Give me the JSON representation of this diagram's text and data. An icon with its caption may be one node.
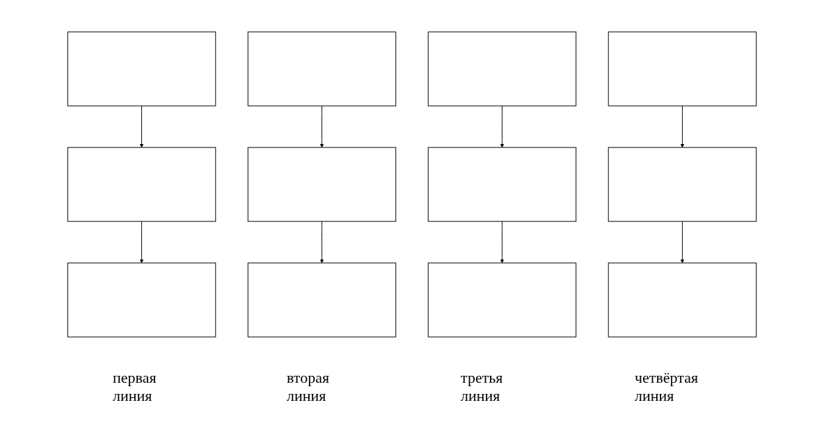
{
  "diagram": {
    "nodes": [
      {
        "text": [],
        "shape": "box"
      },
      {
        "text": [],
        "shape": "box"
      },
      {
        "text": [],
        "shape": "box"
      },
      {
        "text": [],
        "shape": "box"
      },
      {
        "text": [],
        "shape": "box"
      },
      {
        "text": [],
        "shape": "box"
      },
      {
        "text": [],
        "shape": "box"
      },
      {
        "text": [],
        "shape": "box"
      },
      {
        "text": [],
        "shape": "box"
      },
      {
        "text": [],
        "shape": "box"
      },
      {
        "text": [],
        "shape": "box"
      },
      {
        "text": [],
        "shape": "box"
      }
    ],
    "edges": [
      {
        "from": 0,
        "to": 4,
        "arrow": "to"
      },
      {
        "from": 1,
        "to": 5,
        "arrow": "to"
      },
      {
        "from": 2,
        "to": 6,
        "arrow": "to"
      },
      {
        "from": 3,
        "to": 7,
        "arrow": "to"
      },
      {
        "from": 4,
        "to": 8,
        "arrow": "to"
      },
      {
        "from": 5,
        "to": 9,
        "arrow": "to"
      },
      {
        "from": 6,
        "to": 10,
        "arrow": "to"
      },
      {
        "from": 7,
        "to": 11,
        "arrow": "to"
      }
    ],
    "labels": [
      "первая линия",
      "вторая линия",
      "третья линия",
      "четвёртая линия"
    ]
  }
}
